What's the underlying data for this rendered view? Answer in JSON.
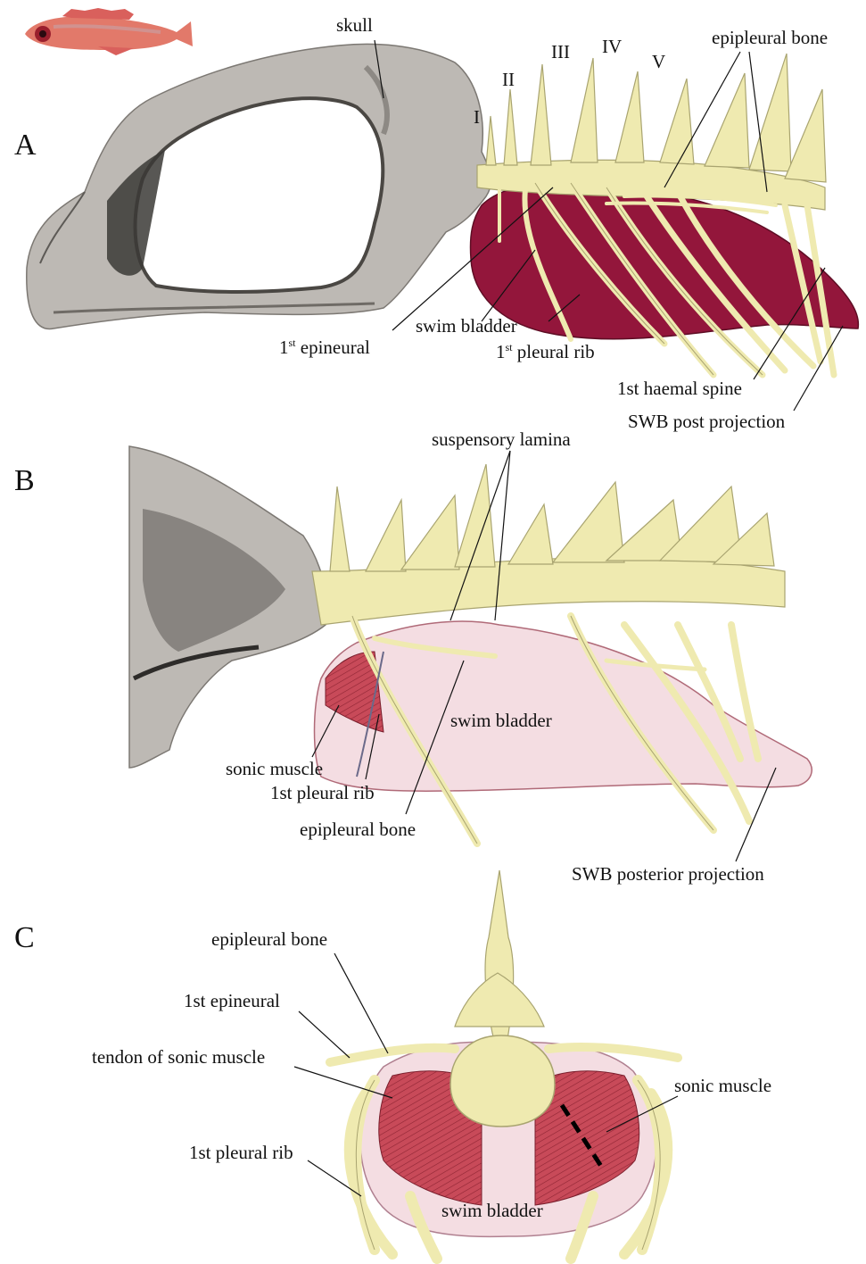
{
  "colors": {
    "bone": "#efeab0",
    "bone_stroke": "#a9a470",
    "skull": "#bdb9b4",
    "skull_dark": "#5d5a56",
    "swim_bladder_red": "#93163b",
    "swim_bladder_pink": "#f4dde2",
    "muscle": "#c34a57",
    "fish_body": "#e37a66",
    "leader_line": "#111111"
  },
  "icons": {
    "fish": "fish-photo-icon"
  },
  "panels": {
    "a": {
      "letter": "A",
      "labels": {
        "skull": "skull",
        "epipleural_bone": "epipleural bone",
        "vertebra_1": "I",
        "vertebra_2": "II",
        "vertebra_3": "III",
        "vertebra_4": "IV",
        "vertebra_5": "V",
        "first_epineural_sup": "st",
        "first_epineural_text": "epineural",
        "swim_bladder": "swim bladder",
        "first_pleural_rib_sup": "st",
        "first_pleural_rib_text": "pleural rib",
        "first_haemal_spine": "1st haemal spine",
        "swb_post_projection": "SWB post projection"
      }
    },
    "b": {
      "letter": "B",
      "labels": {
        "suspensory_lamina": "suspensory lamina",
        "swim_bladder": "swim bladder",
        "sonic_muscle": "sonic muscle",
        "first_pleural_rib": "1st pleural rib",
        "epipleural_bone": "epipleural bone",
        "swb_posterior_projection": "SWB posterior projection"
      }
    },
    "c": {
      "letter": "C",
      "labels": {
        "epipleural_bone": "epipleural bone",
        "first_epineural": "1st epineural",
        "tendon_of_sonic_muscle": "tendon of sonic muscle",
        "sonic_muscle": "sonic muscle",
        "first_pleural_rib": "1st pleural rib",
        "swim_bladder": "swim bladder"
      }
    }
  }
}
